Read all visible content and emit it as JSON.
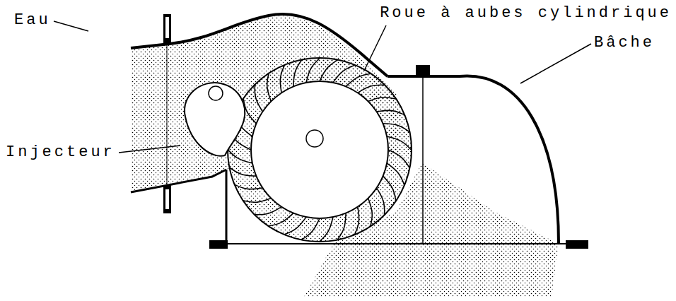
{
  "diagram": {
    "labels": [
      "Roue à aubes cylindrique",
      "Eau",
      "Injecteur",
      "Bâche"
    ]
  }
}
